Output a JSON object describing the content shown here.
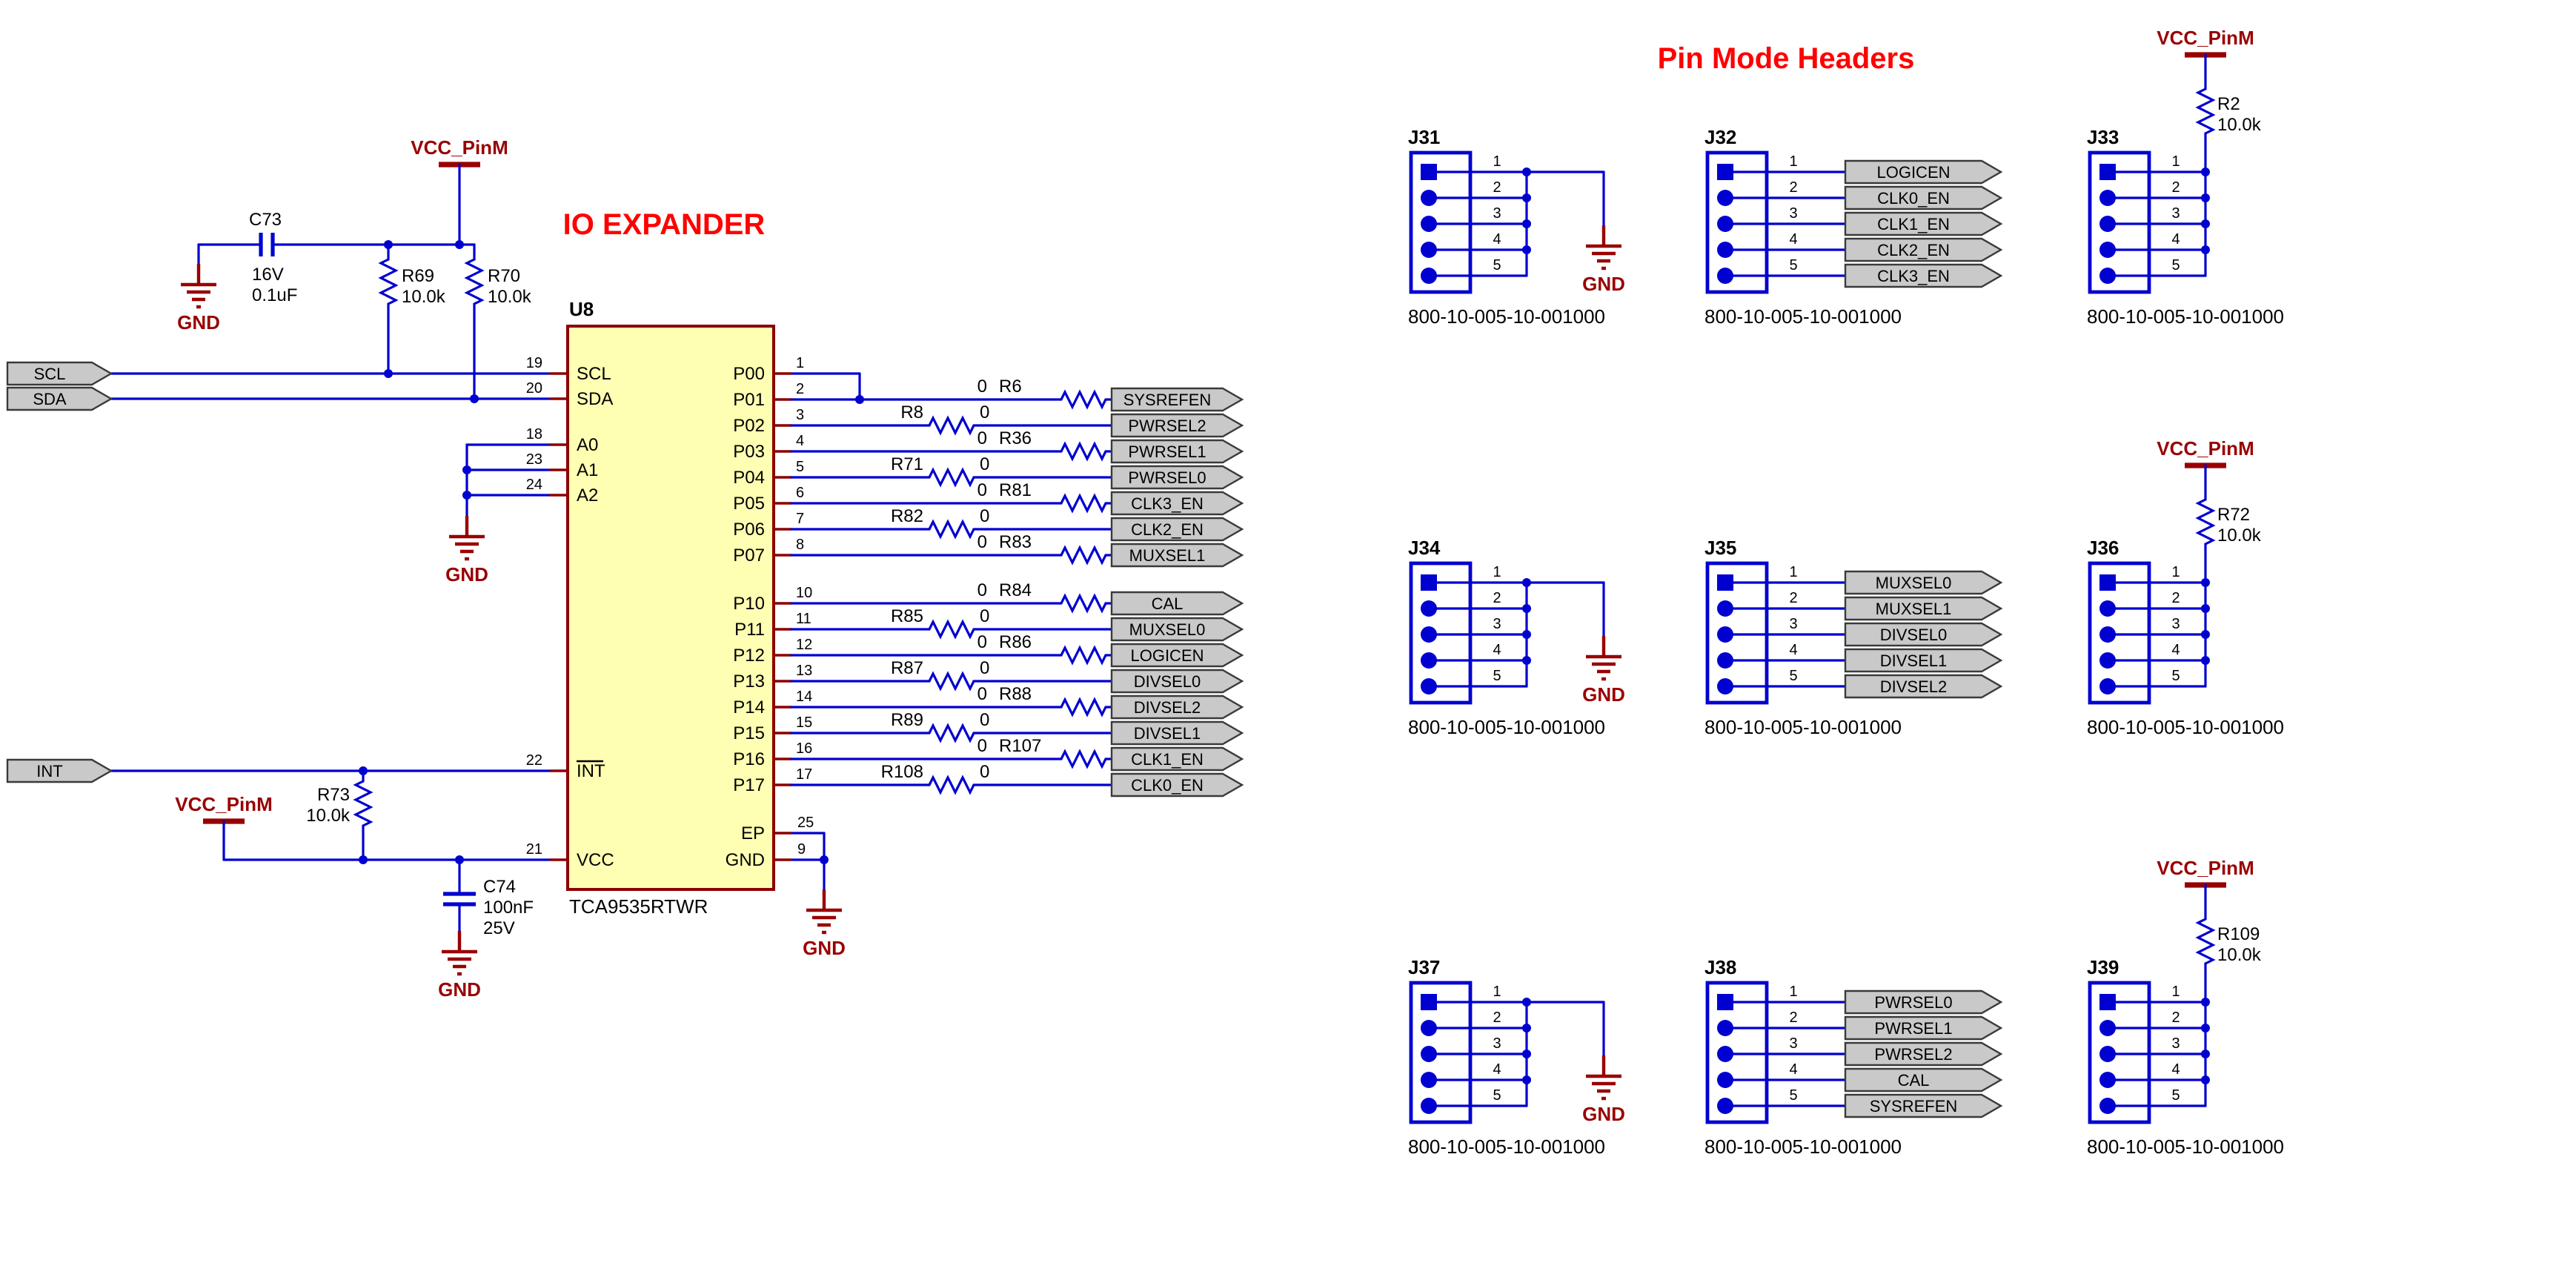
{
  "titles": {
    "section_left": "IO EXPANDER",
    "section_right": "Pin Mode Headers"
  },
  "power": {
    "vcc": "VCC_PinM",
    "gnd": "GND"
  },
  "colors": {
    "wire": "#0000d0",
    "symbol": "#990000",
    "title": "#ff0000",
    "ic_fill": "#ffffb3",
    "tag_fill": "#c9c9c9"
  },
  "ic": {
    "refdes": "U8",
    "part": "TCA9535RTWR",
    "left_pins": [
      {
        "num": "19",
        "name": "SCL"
      },
      {
        "num": "20",
        "name": "SDA"
      },
      {
        "num": "18",
        "name": "A0"
      },
      {
        "num": "23",
        "name": "A1"
      },
      {
        "num": "24",
        "name": "A2"
      },
      {
        "num": "22",
        "name": "INT",
        "bar": true
      },
      {
        "num": "21",
        "name": "VCC"
      }
    ],
    "right_pins": [
      {
        "num": "1",
        "name": "P00"
      },
      {
        "num": "2",
        "name": "P01"
      },
      {
        "num": "3",
        "name": "P02"
      },
      {
        "num": "4",
        "name": "P03"
      },
      {
        "num": "5",
        "name": "P04"
      },
      {
        "num": "6",
        "name": "P05"
      },
      {
        "num": "7",
        "name": "P06"
      },
      {
        "num": "8",
        "name": "P07"
      },
      {
        "num": "10",
        "name": "P10"
      },
      {
        "num": "11",
        "name": "P11"
      },
      {
        "num": "12",
        "name": "P12"
      },
      {
        "num": "13",
        "name": "P13"
      },
      {
        "num": "14",
        "name": "P14"
      },
      {
        "num": "15",
        "name": "P15"
      },
      {
        "num": "16",
        "name": "P16"
      },
      {
        "num": "17",
        "name": "P17"
      },
      {
        "num": "25",
        "name": "EP"
      },
      {
        "num": "9",
        "name": "GND"
      }
    ]
  },
  "input_tags": [
    {
      "net": "SCL"
    },
    {
      "net": "SDA"
    },
    {
      "net": "INT"
    }
  ],
  "pullups": {
    "r69": {
      "refdes": "R69",
      "value": "10.0k"
    },
    "r70": {
      "refdes": "R70",
      "value": "10.0k"
    },
    "r73": {
      "refdes": "R73",
      "value": "10.0k"
    }
  },
  "capacitors": {
    "c73": {
      "refdes": "C73",
      "voltage": "16V",
      "value": "0.1uF"
    },
    "c74": {
      "refdes": "C74",
      "value": "100nF",
      "voltage": "25V"
    }
  },
  "output_rows": {
    "group1": [
      {
        "refdes": "R6",
        "value": "0",
        "net": "SYSREFEN",
        "pos": "right"
      },
      {
        "refdes": "R8",
        "value": "0",
        "net": "PWRSEL2",
        "pos": "left"
      },
      {
        "refdes": "R36",
        "value": "0",
        "net": "PWRSEL1",
        "pos": "right"
      },
      {
        "refdes": "R71",
        "value": "0",
        "net": "PWRSEL0",
        "pos": "left"
      },
      {
        "refdes": "R81",
        "value": "0",
        "net": "CLK3_EN",
        "pos": "right"
      },
      {
        "refdes": "R82",
        "value": "0",
        "net": "CLK2_EN",
        "pos": "left"
      },
      {
        "refdes": "R83",
        "value": "0",
        "net": "MUXSEL1",
        "pos": "right"
      }
    ],
    "group2": [
      {
        "refdes": "R84",
        "value": "0",
        "net": "CAL",
        "pos": "right"
      },
      {
        "refdes": "R85",
        "value": "0",
        "net": "MUXSEL0",
        "pos": "left"
      },
      {
        "refdes": "R86",
        "value": "0",
        "net": "LOGICEN",
        "pos": "right"
      },
      {
        "refdes": "R87",
        "value": "0",
        "net": "DIVSEL0",
        "pos": "left"
      },
      {
        "refdes": "R88",
        "value": "0",
        "net": "DIVSEL2",
        "pos": "right"
      },
      {
        "refdes": "R89",
        "value": "0",
        "net": "DIVSEL1",
        "pos": "left"
      },
      {
        "refdes": "R107",
        "value": "0",
        "net": "CLK1_EN",
        "pos": "right"
      },
      {
        "refdes": "R108",
        "value": "0",
        "net": "CLK0_EN",
        "pos": "left"
      }
    ]
  },
  "headers": [
    {
      "refdes": "J31",
      "part": "800-10-005-10-001000",
      "type": "gnd",
      "pins": [
        "1",
        "2",
        "3",
        "4",
        "5"
      ]
    },
    {
      "refdes": "J32",
      "part": "800-10-005-10-001000",
      "type": "tags",
      "pins": [
        "1",
        "2",
        "3",
        "4",
        "5"
      ],
      "nets": [
        "LOGICEN",
        "CLK0_EN",
        "CLK1_EN",
        "CLK2_EN",
        "CLK3_EN"
      ]
    },
    {
      "refdes": "J33",
      "part": "800-10-005-10-001000",
      "type": "pullup",
      "pins": [
        "1",
        "2",
        "3",
        "4",
        "5"
      ],
      "pullup": {
        "refdes": "R2",
        "value": "10.0k"
      }
    },
    {
      "refdes": "J34",
      "part": "800-10-005-10-001000",
      "type": "gnd",
      "pins": [
        "1",
        "2",
        "3",
        "4",
        "5"
      ]
    },
    {
      "refdes": "J35",
      "part": "800-10-005-10-001000",
      "type": "tags",
      "pins": [
        "1",
        "2",
        "3",
        "4",
        "5"
      ],
      "nets": [
        "MUXSEL0",
        "MUXSEL1",
        "DIVSEL0",
        "DIVSEL1",
        "DIVSEL2"
      ]
    },
    {
      "refdes": "J36",
      "part": "800-10-005-10-001000",
      "type": "pullup",
      "pins": [
        "1",
        "2",
        "3",
        "4",
        "5"
      ],
      "pullup": {
        "refdes": "R72",
        "value": "10.0k"
      }
    },
    {
      "refdes": "J37",
      "part": "800-10-005-10-001000",
      "type": "gnd",
      "pins": [
        "1",
        "2",
        "3",
        "4",
        "5"
      ]
    },
    {
      "refdes": "J38",
      "part": "800-10-005-10-001000",
      "type": "tags",
      "pins": [
        "1",
        "2",
        "3",
        "4",
        "5"
      ],
      "nets": [
        "PWRSEL0",
        "PWRSEL1",
        "PWRSEL2",
        "CAL",
        "SYSREFEN"
      ]
    },
    {
      "refdes": "J39",
      "part": "800-10-005-10-001000",
      "type": "pullup",
      "pins": [
        "1",
        "2",
        "3",
        "4",
        "5"
      ],
      "pullup": {
        "refdes": "R109",
        "value": "10.0k"
      }
    }
  ]
}
